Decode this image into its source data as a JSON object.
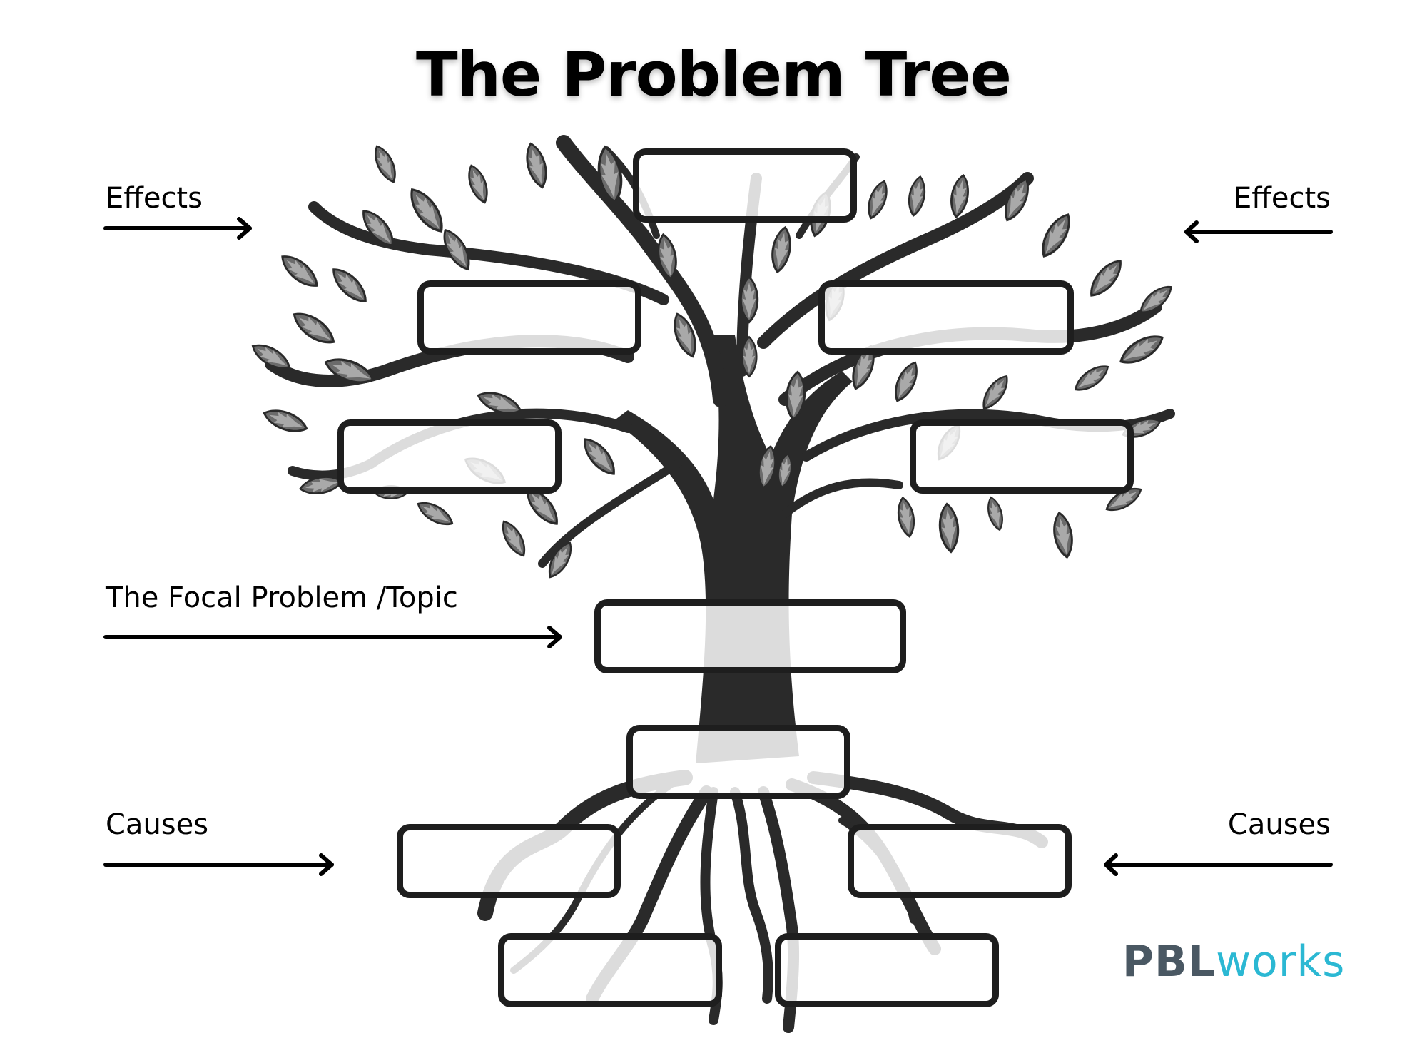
{
  "title": "The Problem Tree",
  "labels": {
    "effects_left": "Effects",
    "effects_right": "Effects",
    "focal": "The Focal Problem /Topic",
    "causes_left": "Causes",
    "causes_right": "Causes"
  },
  "boxes": {
    "effect_top": "",
    "effect_upper_left": "",
    "effect_upper_right": "",
    "effect_lower_left": "",
    "effect_lower_right": "",
    "focal_problem": "",
    "cause_top": "",
    "cause_middle_left": "",
    "cause_middle_right": "",
    "cause_bottom_left": "",
    "cause_bottom_right": ""
  },
  "logo": {
    "part1": "PBL",
    "part2": "works"
  },
  "colors": {
    "tree": "#2a2a2a",
    "leaf_dark": "#6b6b6b",
    "leaf_light": "#a9a9a9",
    "logo_dark": "#4a5863",
    "logo_blue": "#2bb8d3",
    "logo_green": "#8dc63f"
  }
}
